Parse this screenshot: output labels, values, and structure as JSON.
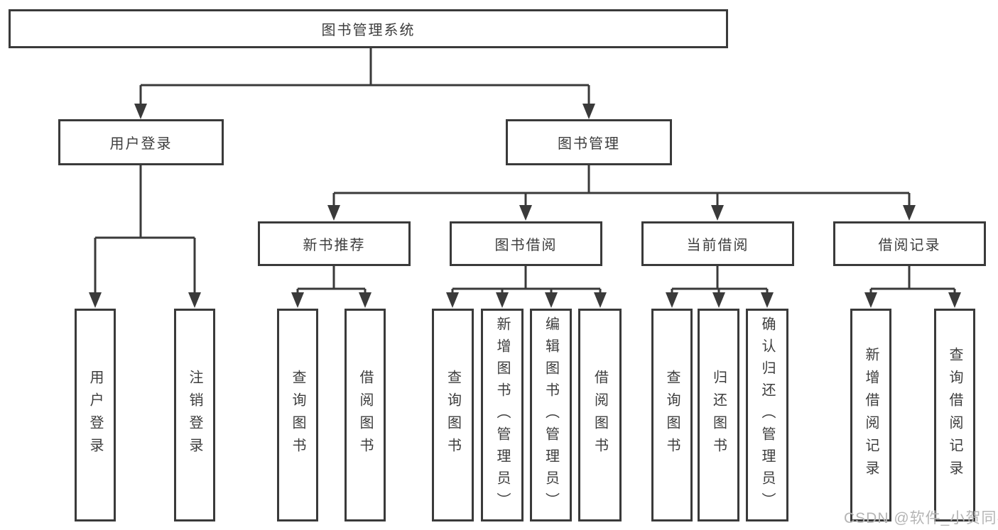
{
  "watermark": "CSDN @软件_小贺同学",
  "nodes": {
    "root": "图书管理系统",
    "user_login": "用户登录",
    "book_mgmt": "图书管理",
    "new_books": "新书推荐",
    "book_borrow": "图书借阅",
    "current_borrow": "当前借阅",
    "borrow_records": "借阅记录",
    "leaf_user_login": "用户登录",
    "leaf_logout": "注销登录",
    "leaf_query_books_1": "查询图书",
    "leaf_borrow_books_1": "借阅图书",
    "leaf_query_books_2": "查询图书",
    "leaf_add_book_admin": "新增图书（管理员）",
    "leaf_edit_book_admin": "编辑图书（管理员）",
    "leaf_borrow_books_2": "借阅图书",
    "leaf_query_books_3": "查询图书",
    "leaf_return_book": "归还图书",
    "leaf_confirm_return_admin": "确认归还（管理员）",
    "leaf_add_borrow_record": "新增借阅记录",
    "leaf_query_borrow_record": "查询借阅记录"
  }
}
